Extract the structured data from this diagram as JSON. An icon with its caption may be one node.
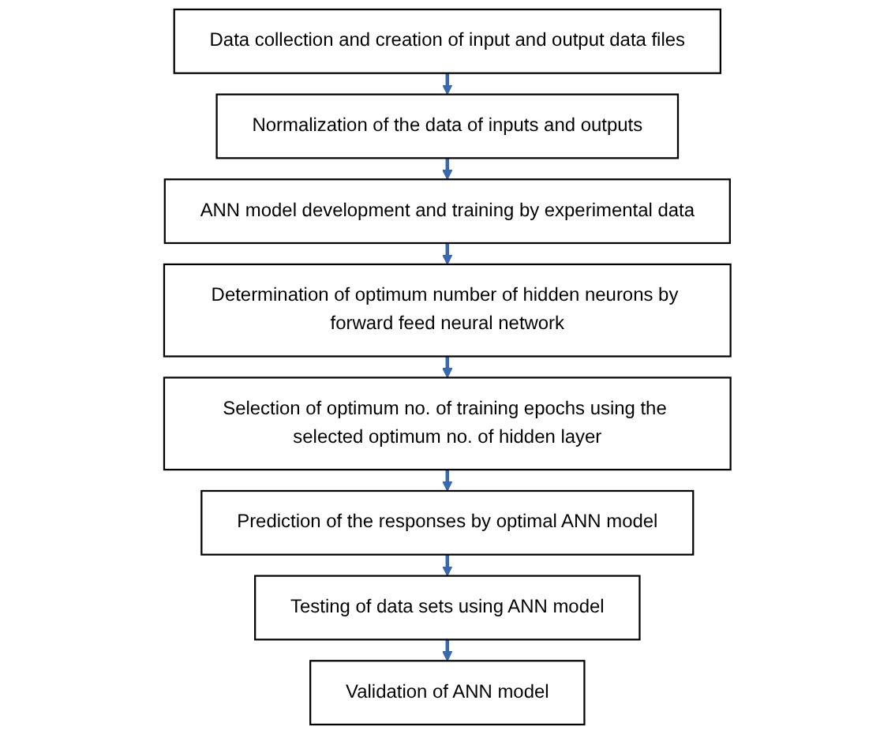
{
  "diagram": {
    "nodes": [
      {
        "text": [
          "Data collection and creation of input and output data files"
        ]
      },
      {
        "text": [
          "Normalization of the data of inputs and outputs"
        ]
      },
      {
        "text": [
          "ANN model development and training by experimental data"
        ]
      },
      {
        "text": [
          "Determination of optimum number of hidden neurons by forward feed neural network"
        ]
      },
      {
        "text": [
          "Selection of optimum no. of training epochs using the selected optimum no. of hidden layer"
        ]
      },
      {
        "text": [
          "Prediction of the responses by optimal ANN model"
        ]
      },
      {
        "text": [
          "Testing of data sets using ANN model"
        ]
      },
      {
        "text": [
          "Validation of ANN model"
        ]
      }
    ],
    "edges": [
      {
        "from": 0,
        "to": 1,
        "arrow": "to"
      },
      {
        "from": 1,
        "to": 2,
        "arrow": "to"
      },
      {
        "from": 2,
        "to": 3,
        "arrow": "to"
      },
      {
        "from": 3,
        "to": 4,
        "arrow": "to"
      },
      {
        "from": 4,
        "to": 5,
        "arrow": "to"
      },
      {
        "from": 5,
        "to": 6,
        "arrow": "to"
      },
      {
        "from": 6,
        "to": 7,
        "arrow": "to"
      }
    ]
  }
}
